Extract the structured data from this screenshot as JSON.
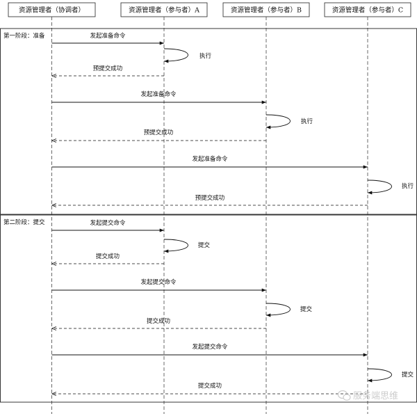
{
  "participants": [
    {
      "id": "coord",
      "label": "资源管理者（协调者）"
    },
    {
      "id": "A",
      "label": "资源管理者（参与者）A"
    },
    {
      "id": "B",
      "label": "资源管理者（参与者）B"
    },
    {
      "id": "C",
      "label": "资源管理者（参与者）C"
    }
  ],
  "phases": [
    {
      "label": "第一阶段：准备"
    },
    {
      "label": "第二阶段：提交"
    }
  ],
  "messages": [
    {
      "kind": "call",
      "from": "coord",
      "to": "A",
      "label": "发起准备命令"
    },
    {
      "kind": "self",
      "on": "A",
      "label": "执行"
    },
    {
      "kind": "return",
      "from": "A",
      "to": "coord",
      "label": "预提交成功"
    },
    {
      "kind": "call",
      "from": "coord",
      "to": "B",
      "label": "发起准备命令"
    },
    {
      "kind": "self",
      "on": "B",
      "label": "执行"
    },
    {
      "kind": "return",
      "from": "B",
      "to": "coord",
      "label": "预提交成功"
    },
    {
      "kind": "call",
      "from": "coord",
      "to": "C",
      "label": "发起准备命令"
    },
    {
      "kind": "self",
      "on": "C",
      "label": "执行"
    },
    {
      "kind": "return",
      "from": "C",
      "to": "coord",
      "label": "预提交成功"
    },
    {
      "kind": "call",
      "from": "coord",
      "to": "A",
      "label": "发起提交命令"
    },
    {
      "kind": "self",
      "on": "A",
      "label": "提交"
    },
    {
      "kind": "return",
      "from": "A",
      "to": "coord",
      "label": "提交成功"
    },
    {
      "kind": "call",
      "from": "coord",
      "to": "B",
      "label": "发起提交命令"
    },
    {
      "kind": "self",
      "on": "B",
      "label": "提交"
    },
    {
      "kind": "return",
      "from": "B",
      "to": "coord",
      "label": "提交成功"
    },
    {
      "kind": "call",
      "from": "coord",
      "to": "C",
      "label": "发起提交命令"
    },
    {
      "kind": "self",
      "on": "C",
      "label": "提交"
    },
    {
      "kind": "return",
      "from": "C",
      "to": "coord",
      "label": "提交成功"
    }
  ],
  "watermark": {
    "text": "服务端思维",
    "icon": "wechat-icon"
  }
}
